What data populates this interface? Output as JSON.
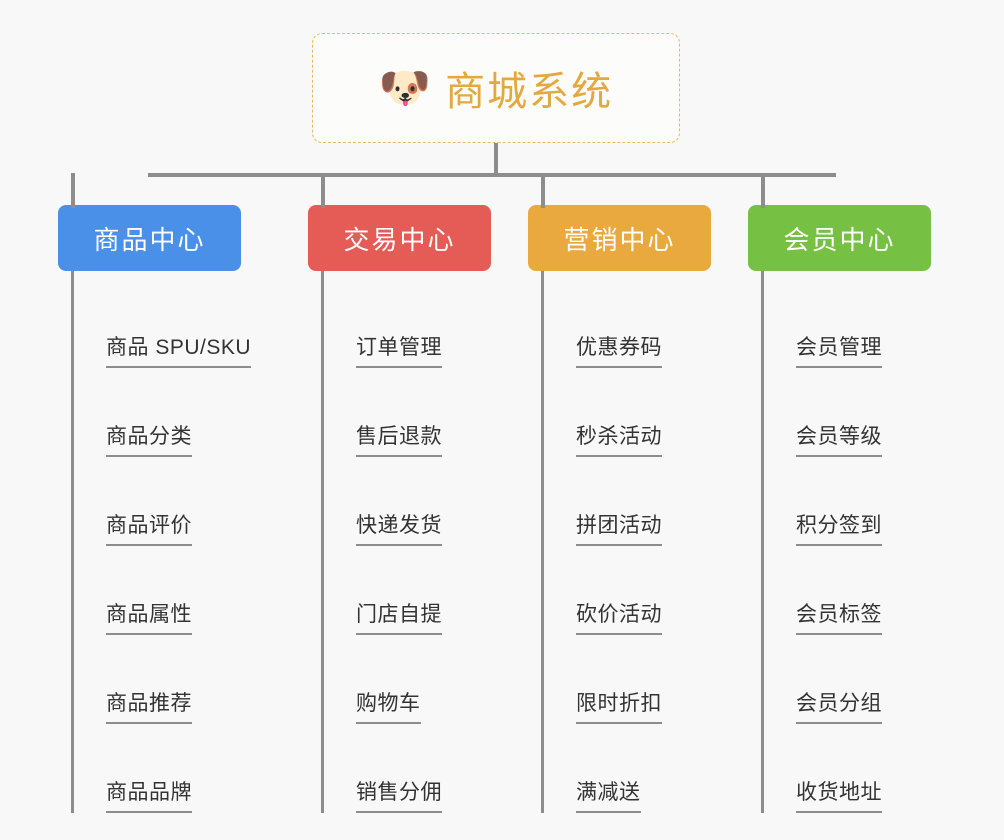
{
  "page": {
    "background_color": "#f8f8f8",
    "title": "商城系统"
  },
  "root": {
    "icon": "shiba-dog-emoji",
    "emoji": "🐶",
    "label": "商城系统",
    "text_color": "#e3a93f",
    "border_color": "#e8b95e",
    "border_style": "dashed"
  },
  "connector_color": "#8d8d8d",
  "columns": [
    {
      "id": "product-center",
      "label": "商品中心",
      "color": "#4a90e8",
      "items": [
        {
          "label": "商品 SPU/SKU"
        },
        {
          "label": "商品分类"
        },
        {
          "label": "商品评价"
        },
        {
          "label": "商品属性"
        },
        {
          "label": "商品推荐"
        },
        {
          "label": "商品品牌"
        }
      ]
    },
    {
      "id": "trade-center",
      "label": "交易中心",
      "color": "#e55b55",
      "items": [
        {
          "label": "订单管理"
        },
        {
          "label": "售后退款"
        },
        {
          "label": "快递发货"
        },
        {
          "label": "门店自提"
        },
        {
          "label": "购物车"
        },
        {
          "label": "销售分佣"
        }
      ]
    },
    {
      "id": "marketing-center",
      "label": "营销中心",
      "color": "#eaa93f",
      "items": [
        {
          "label": "优惠券码"
        },
        {
          "label": "秒杀活动"
        },
        {
          "label": "拼团活动"
        },
        {
          "label": "砍价活动"
        },
        {
          "label": "限时折扣"
        },
        {
          "label": "满减送"
        }
      ]
    },
    {
      "id": "member-center",
      "label": "会员中心",
      "color": "#76c043",
      "items": [
        {
          "label": "会员管理"
        },
        {
          "label": "会员等级"
        },
        {
          "label": "积分签到"
        },
        {
          "label": "会员标签"
        },
        {
          "label": "会员分组"
        },
        {
          "label": "收货地址"
        }
      ]
    }
  ]
}
